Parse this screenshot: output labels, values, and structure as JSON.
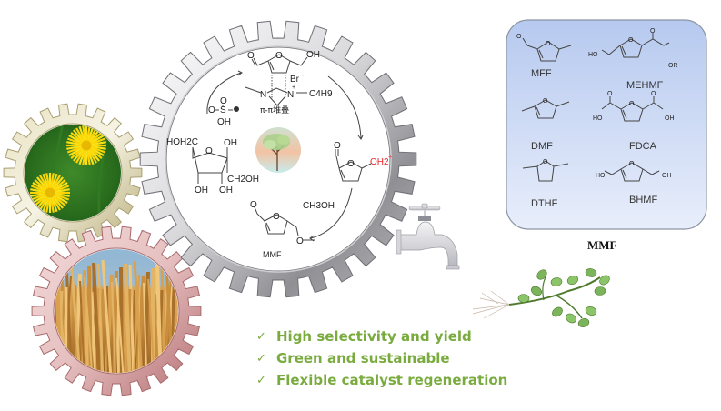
{
  "catalyst": {
    "imidazolium_substituent": "C4H9",
    "anion": "Br",
    "anion_charge": "-",
    "cation_charge": "+",
    "stacking_label": "π-π堆叠",
    "furan_aldehyde_O": "O",
    "furan_ring_O": "O",
    "hydroxymethyl": "OH",
    "n_left": "N",
    "n_right": "N"
  },
  "reaction_cycle": {
    "acid": {
      "center": "S",
      "oxo1": "O",
      "oxo2": "O",
      "hydroxyl": "OH"
    },
    "fructose": {
      "ch2oh_left": "HOH2C",
      "ring_O": "O",
      "oh_top": "OH",
      "ch2oh_right": "CH2OH",
      "oh_bottom_left": "OH",
      "oh_bottom_right": "OH"
    },
    "intermediate": {
      "aldehyde_O": "O",
      "ring_O": "O",
      "leaving_group": "OH2",
      "charge": "+",
      "leaving_group_color": "#e8242a"
    },
    "reagent": "CH3OH",
    "product": {
      "aldehyde_O": "O",
      "ring_O": "O",
      "ether_O": "O",
      "label": "MMF"
    }
  },
  "derivatives_panel": {
    "title": "MMF",
    "items": [
      {
        "name": "MFF"
      },
      {
        "name": "MEHMF",
        "groups": [
          "HO",
          "O",
          "OR"
        ]
      },
      {
        "name": "DMF"
      },
      {
        "name": "FDCA",
        "groups": [
          "HO",
          "O",
          "O",
          "OH"
        ]
      },
      {
        "name": "DTHF"
      },
      {
        "name": "BHMF",
        "groups": [
          "HO",
          "OH"
        ]
      }
    ],
    "bg_top": "#b6c9ef",
    "bg_bottom": "#e8eefb"
  },
  "feedstocks": [
    {
      "name": "dandelion",
      "gear_color": "#cfc69a"
    },
    {
      "name": "corn-stover",
      "gear_color": "#c8898b"
    }
  ],
  "highlights": [
    {
      "check": "✓",
      "text": "High selectivity and yield"
    },
    {
      "check": "✓",
      "text": "Green and sustainable"
    },
    {
      "check": "✓",
      "text": "Flexible catalyst regeneration"
    }
  ],
  "colors": {
    "highlight_text": "#7aab3f",
    "main_gear": "#a9a9ad"
  }
}
